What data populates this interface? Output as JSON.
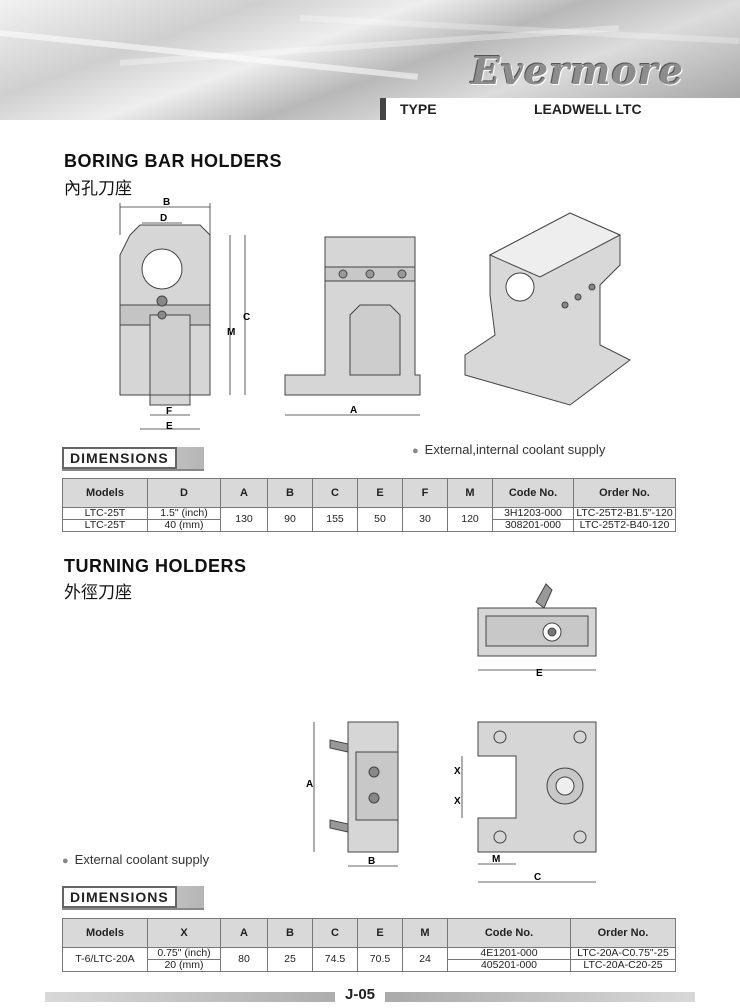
{
  "header": {
    "brand": "Evermore",
    "type_label": "TYPE",
    "type_value": "LEADWELL LTC"
  },
  "boring": {
    "title": "BORING BAR HOLDERS",
    "subtitle": "內孔刀座",
    "dims": [
      "B",
      "D",
      "C",
      "M",
      "F",
      "E",
      "A"
    ],
    "dimensions_label": "DIMENSIONS",
    "note": "External,internal coolant supply",
    "table": {
      "headers": [
        "Models",
        "D",
        "A",
        "B",
        "C",
        "E",
        "F",
        "M",
        "Code No.",
        "Order No."
      ],
      "models": [
        "LTC-25T",
        "LTC-25T"
      ],
      "d": [
        "1.5\" (inch)",
        "40 (mm)"
      ],
      "a": "130",
      "b": "90",
      "c": "155",
      "e": "50",
      "f": "30",
      "m": "120",
      "code": [
        "3H1203-000",
        "308201-000"
      ],
      "order": [
        "LTC-25T2-B1.5\"-120",
        "LTC-25T2-B40-120"
      ]
    }
  },
  "turning": {
    "title": "TURNING HOLDERS",
    "subtitle": "外徑刀座",
    "dims": [
      "E",
      "A",
      "B",
      "X",
      "X",
      "M",
      "C"
    ],
    "dimensions_label": "DIMENSIONS",
    "note": "External coolant supply",
    "table": {
      "headers": [
        "Models",
        "X",
        "A",
        "B",
        "C",
        "E",
        "M",
        "Code No.",
        "Order No."
      ],
      "model": "T-6/LTC-20A",
      "x": [
        "0.75\" (inch)",
        "20 (mm)"
      ],
      "a": "80",
      "b": "25",
      "c": "74.5",
      "e": "70.5",
      "m": "24",
      "code": [
        "4E1201-000",
        "405201-000"
      ],
      "order": [
        "LTC-20A-C0.75\"-25",
        "LTC-20A-C20-25"
      ]
    }
  },
  "footer": {
    "page": "J-05"
  }
}
